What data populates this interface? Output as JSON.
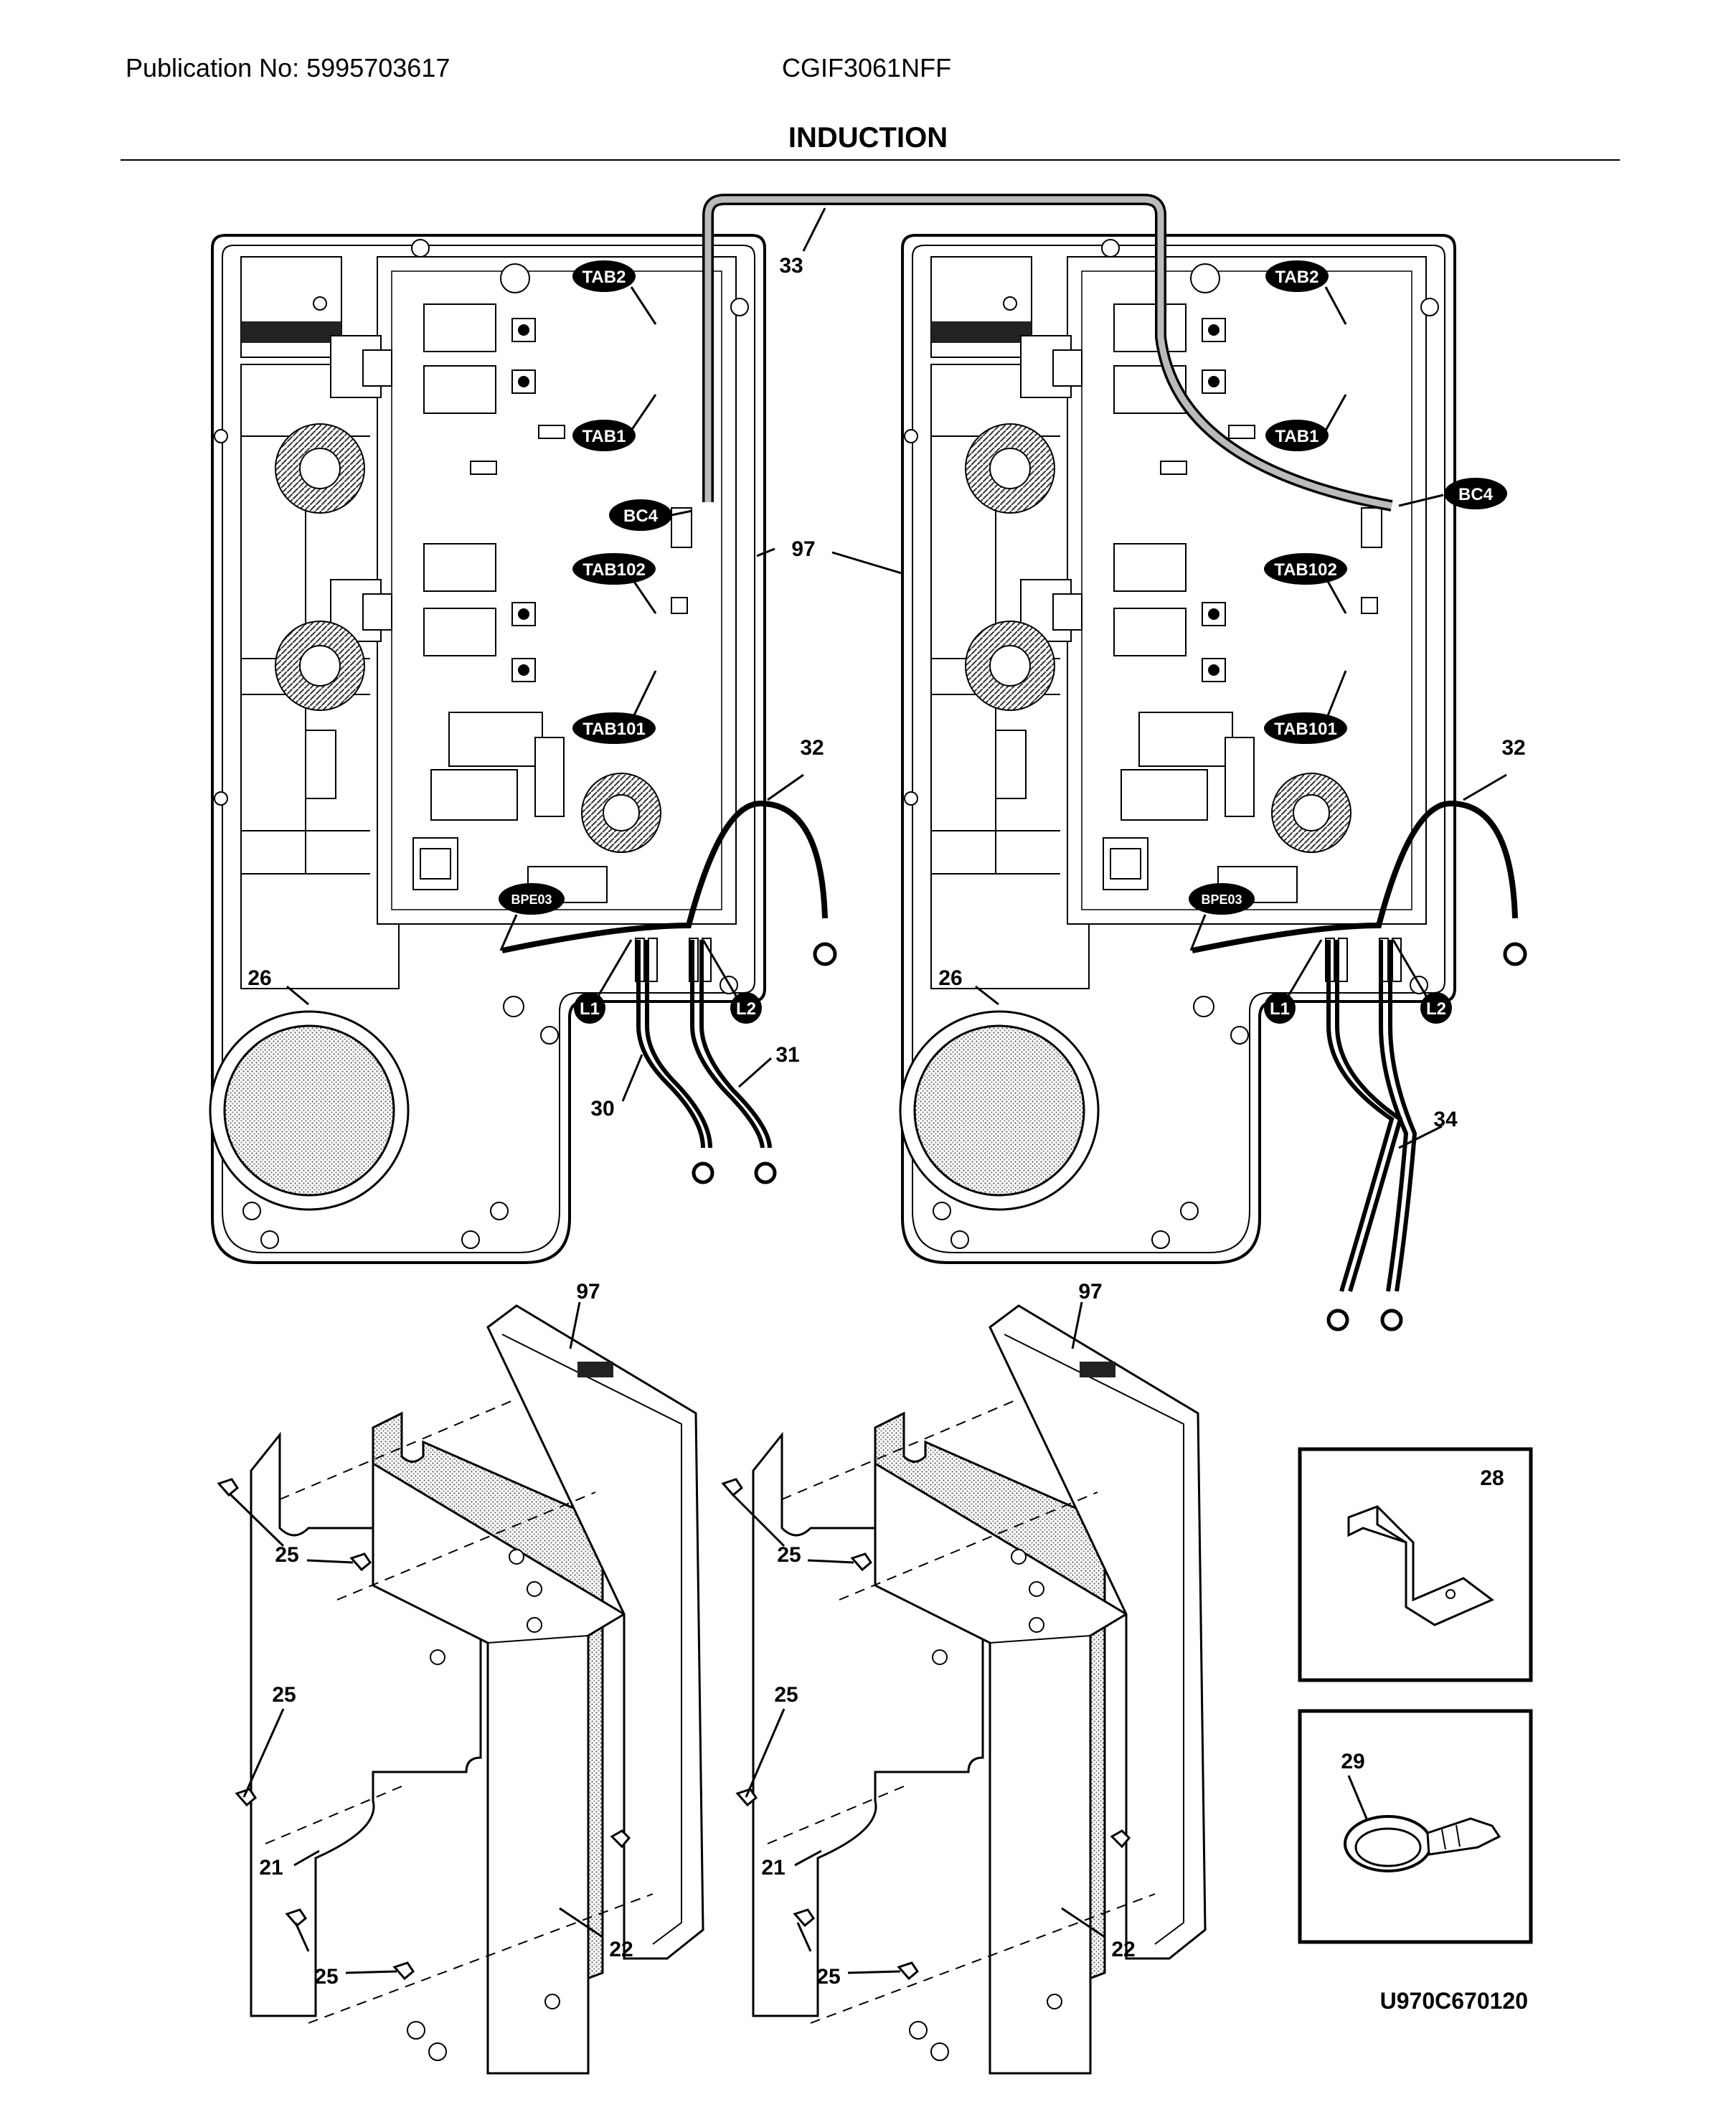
{
  "header": {
    "publication": "Publication No: 5995703617",
    "model": "CGIF3061NFF",
    "section_title": "INDUCTION"
  },
  "tags": {
    "tab2": "TAB2",
    "tab1": "TAB1",
    "bc4": "BC4",
    "tab102": "TAB102",
    "tab101": "TAB101",
    "bpe03": "BPE03",
    "l1": "L1",
    "l2": "L2"
  },
  "callouts": {
    "c33": "33",
    "c97": "97",
    "c32": "32",
    "c26": "26",
    "c30": "30",
    "c31": "31",
    "c34": "34",
    "c25": "25",
    "c21": "21",
    "c22": "22",
    "c28": "28",
    "c29": "29"
  },
  "diagram_code": "U970C670120"
}
